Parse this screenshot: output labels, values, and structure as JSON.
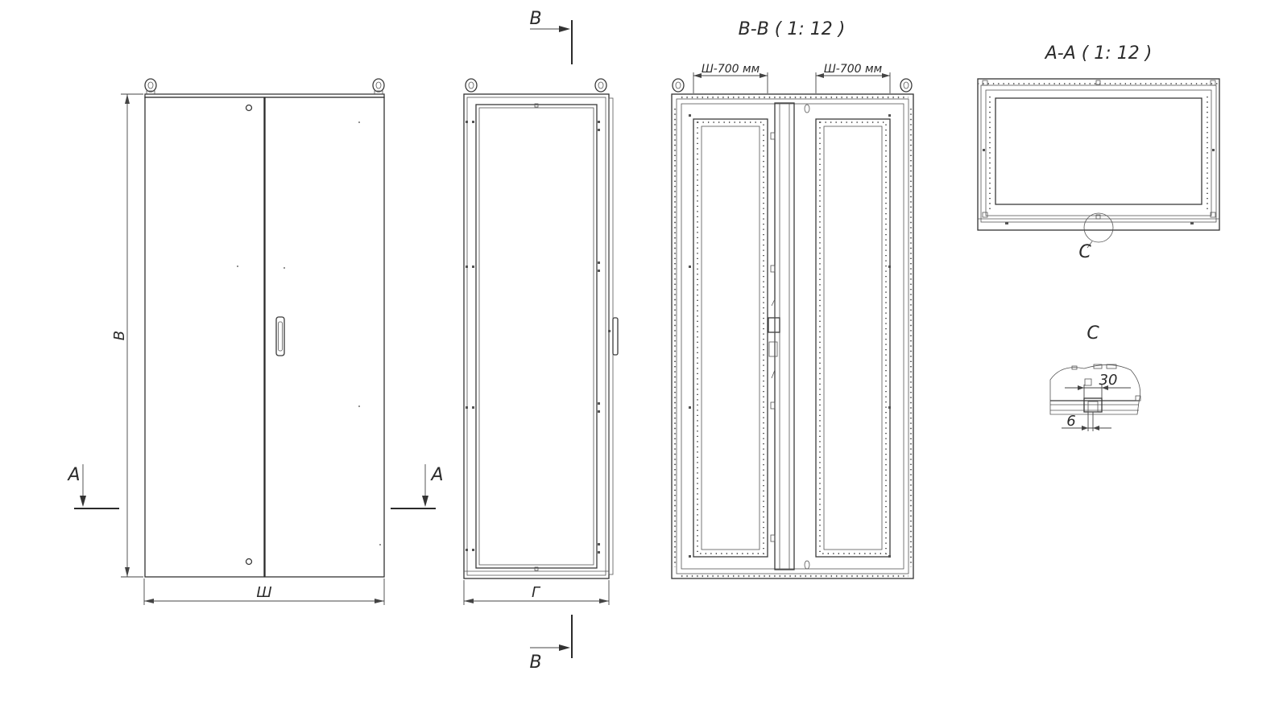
{
  "views": {
    "front": {
      "height_label": "В",
      "width_label": "Ш",
      "section_left_label": "А",
      "section_right_label": "А"
    },
    "side": {
      "depth_label": "Г",
      "section_top_label": "В",
      "section_bottom_label": "В"
    },
    "section_bb": {
      "title": "В-В ( 1: 12 )",
      "dim_left": "Ш-700 мм",
      "dim_right": "Ш-700 мм"
    },
    "section_aa": {
      "title": "А-А ( 1: 12 )",
      "detail_callout": "С"
    },
    "detail_c": {
      "title": "С",
      "dim_30": "30",
      "dim_6": "6"
    }
  },
  "colors": {
    "line": "#3a3a3a",
    "background": "#ffffff"
  }
}
